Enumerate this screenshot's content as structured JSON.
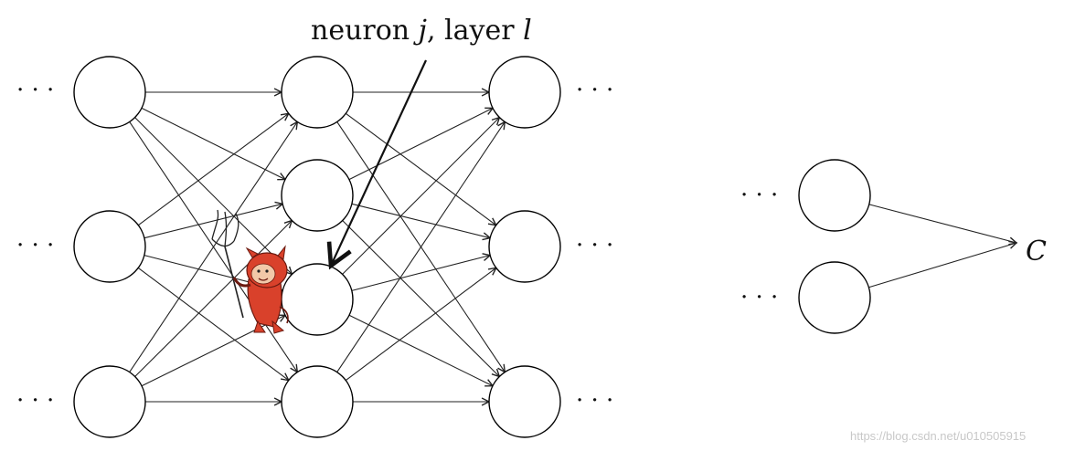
{
  "diagram": {
    "annotation": {
      "prefix": "neuron ",
      "neuron_symbol": "j",
      "middle": ", layer ",
      "layer_symbol": "l"
    },
    "ellipsis": "· · ·",
    "cost_symbol": "C",
    "watermark": "https://blog.csdn.net/u010505915",
    "colors": {
      "stroke": "#000000",
      "demon_body": "#d9412b",
      "demon_face": "#f2c8a8"
    },
    "icons": [
      "demon-with-pitchfork-icon"
    ]
  }
}
